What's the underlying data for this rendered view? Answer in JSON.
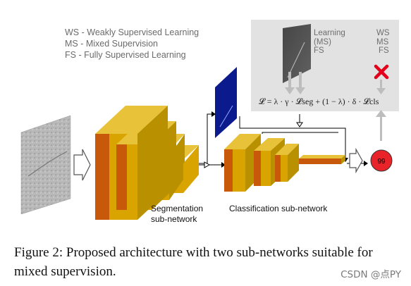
{
  "legend": {
    "ws": "WS - Weakly Supervised Learning",
    "ms": "MS - Mixed Supervision",
    "fs": "FS  - Fully Supervised Learning"
  },
  "panel": {
    "learning": "Learning",
    "learning_ms": "(MS)",
    "learning_fs": "FS",
    "modes": [
      "WS",
      "MS",
      "FS"
    ]
  },
  "loss_formula": "𝓛 = λ · γ · 𝓛seg + (1 − λ) · δ · 𝓛cls",
  "labels": {
    "segmentation": "Segmentation",
    "segmentation2": "sub-network",
    "classification": "Classification sub-network"
  },
  "output_score": "99",
  "caption": "Figure 2: Proposed architecture with two sub-networks suitable for mixed supervision.",
  "watermark": "CSDN @点PY",
  "colors": {
    "block_front": "#d9a300",
    "block_side": "#c8580a",
    "block_top": "#e8c33a",
    "seg_output": "#0b1a8c",
    "score_circle": "#e8242a",
    "panel_bg": "#e2e2e2",
    "cross": "#e3001b"
  }
}
